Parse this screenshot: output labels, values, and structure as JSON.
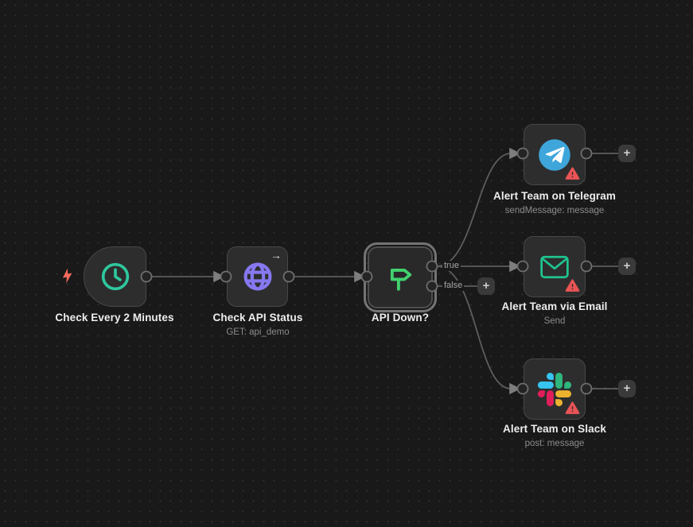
{
  "app": {
    "name": "Workflow canvas"
  },
  "icons": {
    "plus": "+",
    "arrow_right": "→"
  },
  "edge_labels": {
    "true": "true",
    "false": "false"
  },
  "nodes": [
    {
      "id": "schedule-trigger",
      "title": "Check Every 2 Minutes",
      "subtitle": "",
      "icon": "clock-icon"
    },
    {
      "id": "http-request",
      "title": "Check API Status",
      "subtitle": "GET: api_demo",
      "icon": "globe-icon"
    },
    {
      "id": "if-node",
      "title": "API Down?",
      "subtitle": "",
      "icon": "signpost-icon"
    },
    {
      "id": "telegram",
      "title": "Alert Team on Telegram",
      "subtitle": "sendMessage: message",
      "icon": "telegram-icon"
    },
    {
      "id": "email",
      "title": "Alert Team via Email",
      "subtitle": "Send",
      "icon": "envelope-icon"
    },
    {
      "id": "slack",
      "title": "Alert Team on Slack",
      "subtitle": "post: message",
      "icon": "slack-icon"
    }
  ],
  "colors": {
    "canvas_bg": "#191919",
    "grid_dot": "#2e2e2e",
    "node_bg": "#2d2d2e",
    "node_border": "#484848",
    "selected_ring": "#747474",
    "edge": "#5d5d5d",
    "arrowhead": "#7d7d7d",
    "title_text": "#ededed",
    "subtitle_text": "#8c8c8c",
    "trigger_bolt": "#f16a5d",
    "clock_green": "#2fc79e",
    "globe_purple": "#8678ef",
    "signpost_green": "#41d26f",
    "telegram_blue": "#3ea6db",
    "envelope_green": "#1fc48f",
    "warning_red": "#ea5455",
    "slack_blue": "#36C5F0",
    "slack_green": "#2EB67D",
    "slack_red": "#E01E5A",
    "slack_yellow": "#ECB22E"
  }
}
